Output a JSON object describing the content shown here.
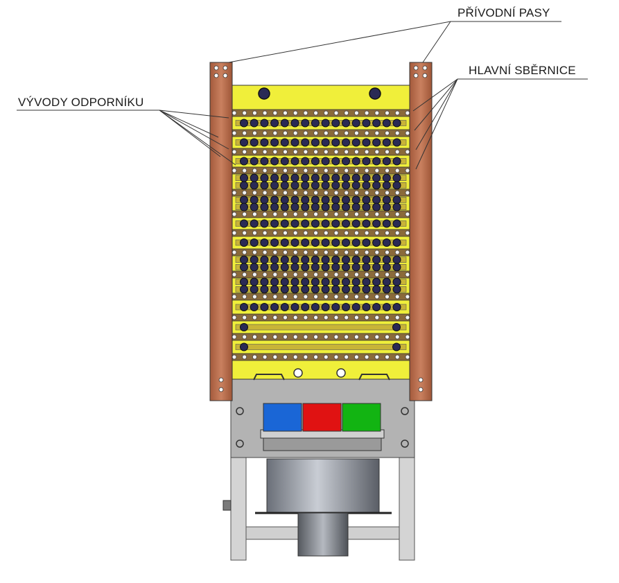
{
  "labels": {
    "privodni_pasy": "PŘÍVODNÍ PASY",
    "hlavni_sbernice": "HLAVNÍ SBĚRNICE",
    "vyvody_odporniku": "VÝVODY ODPORNÍKU"
  },
  "colors": {
    "supply_bars": "#b8684a",
    "resistor_panel": "#f0ef3a",
    "bolt": "#2a2a55",
    "frame": "#d6d6d6",
    "indicator_blue": "#1a66d6",
    "indicator_red": "#e01212",
    "indicator_green": "#12b412"
  },
  "structure": {
    "resistor_row_pairs": 11,
    "busbar_rows": 13
  }
}
